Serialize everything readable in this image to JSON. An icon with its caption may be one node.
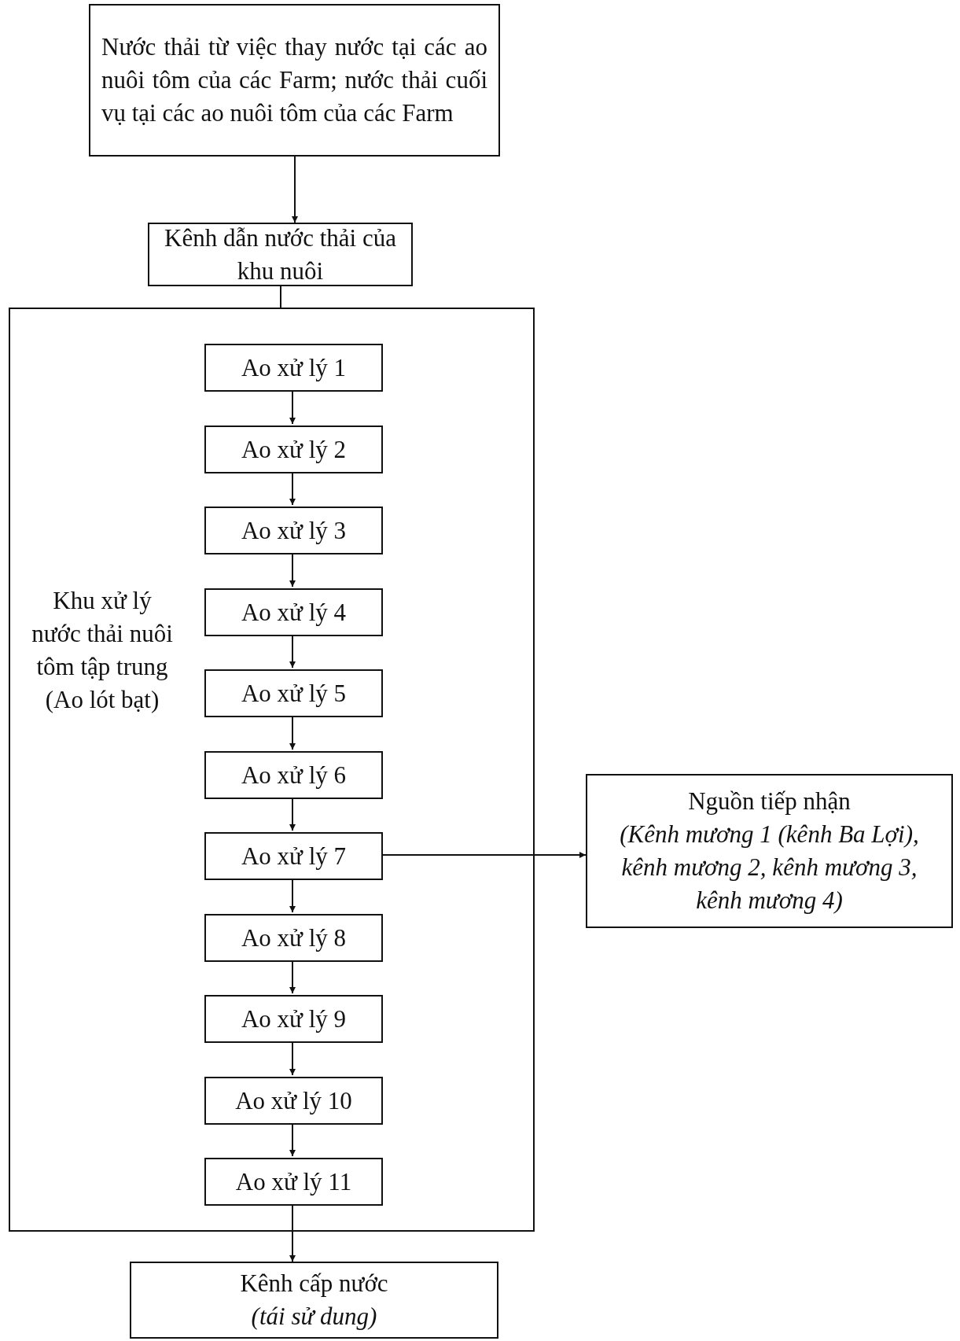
{
  "diagram": {
    "nodes": [
      {
        "text": [
          "Nước thải từ việc thay nước tại các ao nuôi tôm của các Farm; nước thải cuối vụ tại các ao nuôi tôm của các Farm"
        ]
      },
      {
        "text": [
          "Kênh dẫn nước thải của khu nuôi"
        ]
      },
      {
        "text": [
          "Khu xử lý nước thải nuôi tôm tập trung (Ao lót bạt)"
        ]
      },
      {
        "text": [
          "Ao xử lý 1"
        ],
        "in": 2
      },
      {
        "text": [
          "Ao xử lý 2"
        ],
        "in": 2
      },
      {
        "text": [
          "Ao xử lý 3"
        ],
        "in": 2
      },
      {
        "text": [
          "Ao xử lý 4"
        ],
        "in": 2
      },
      {
        "text": [
          "Ao xử lý 5"
        ],
        "in": 2
      },
      {
        "text": [
          "Ao xử lý 6"
        ],
        "in": 2
      },
      {
        "text": [
          "Ao xử lý 7"
        ],
        "in": 2
      },
      {
        "text": [
          "Ao xử lý 8"
        ],
        "in": 2
      },
      {
        "text": [
          "Ao xử lý 9"
        ],
        "in": 2
      },
      {
        "text": [
          "Ao xử lý 10"
        ],
        "in": 2
      },
      {
        "text": [
          "Ao xử lý 11"
        ],
        "in": 2
      },
      {
        "text": [
          "Nguồn tiếp nhận",
          "(Kênh mương 1 (kênh Ba Lợi), kênh mương 2, kênh mương 3, kênh mương 4)"
        ]
      },
      {
        "text": [
          "Kênh cấp nước",
          "(tái sử dung)"
        ]
      }
    ],
    "edges": [
      {
        "from": 0,
        "to": 1,
        "arrow": "to"
      },
      {
        "from": 1,
        "to": 2,
        "arrow": "none"
      },
      {
        "from": 3,
        "to": 4,
        "arrow": "to"
      },
      {
        "from": 4,
        "to": 5,
        "arrow": "to"
      },
      {
        "from": 5,
        "to": 6,
        "arrow": "to"
      },
      {
        "from": 6,
        "to": 7,
        "arrow": "to"
      },
      {
        "from": 7,
        "to": 8,
        "arrow": "to"
      },
      {
        "from": 8,
        "to": 9,
        "arrow": "to"
      },
      {
        "from": 9,
        "to": 10,
        "arrow": "to"
      },
      {
        "from": 10,
        "to": 11,
        "arrow": "to"
      },
      {
        "from": 11,
        "to": 12,
        "arrow": "to"
      },
      {
        "from": 12,
        "to": 13,
        "arrow": "to"
      },
      {
        "from": 9,
        "to": 14,
        "arrow": "to"
      },
      {
        "from": 13,
        "to": 15,
        "arrow": "to"
      }
    ]
  }
}
